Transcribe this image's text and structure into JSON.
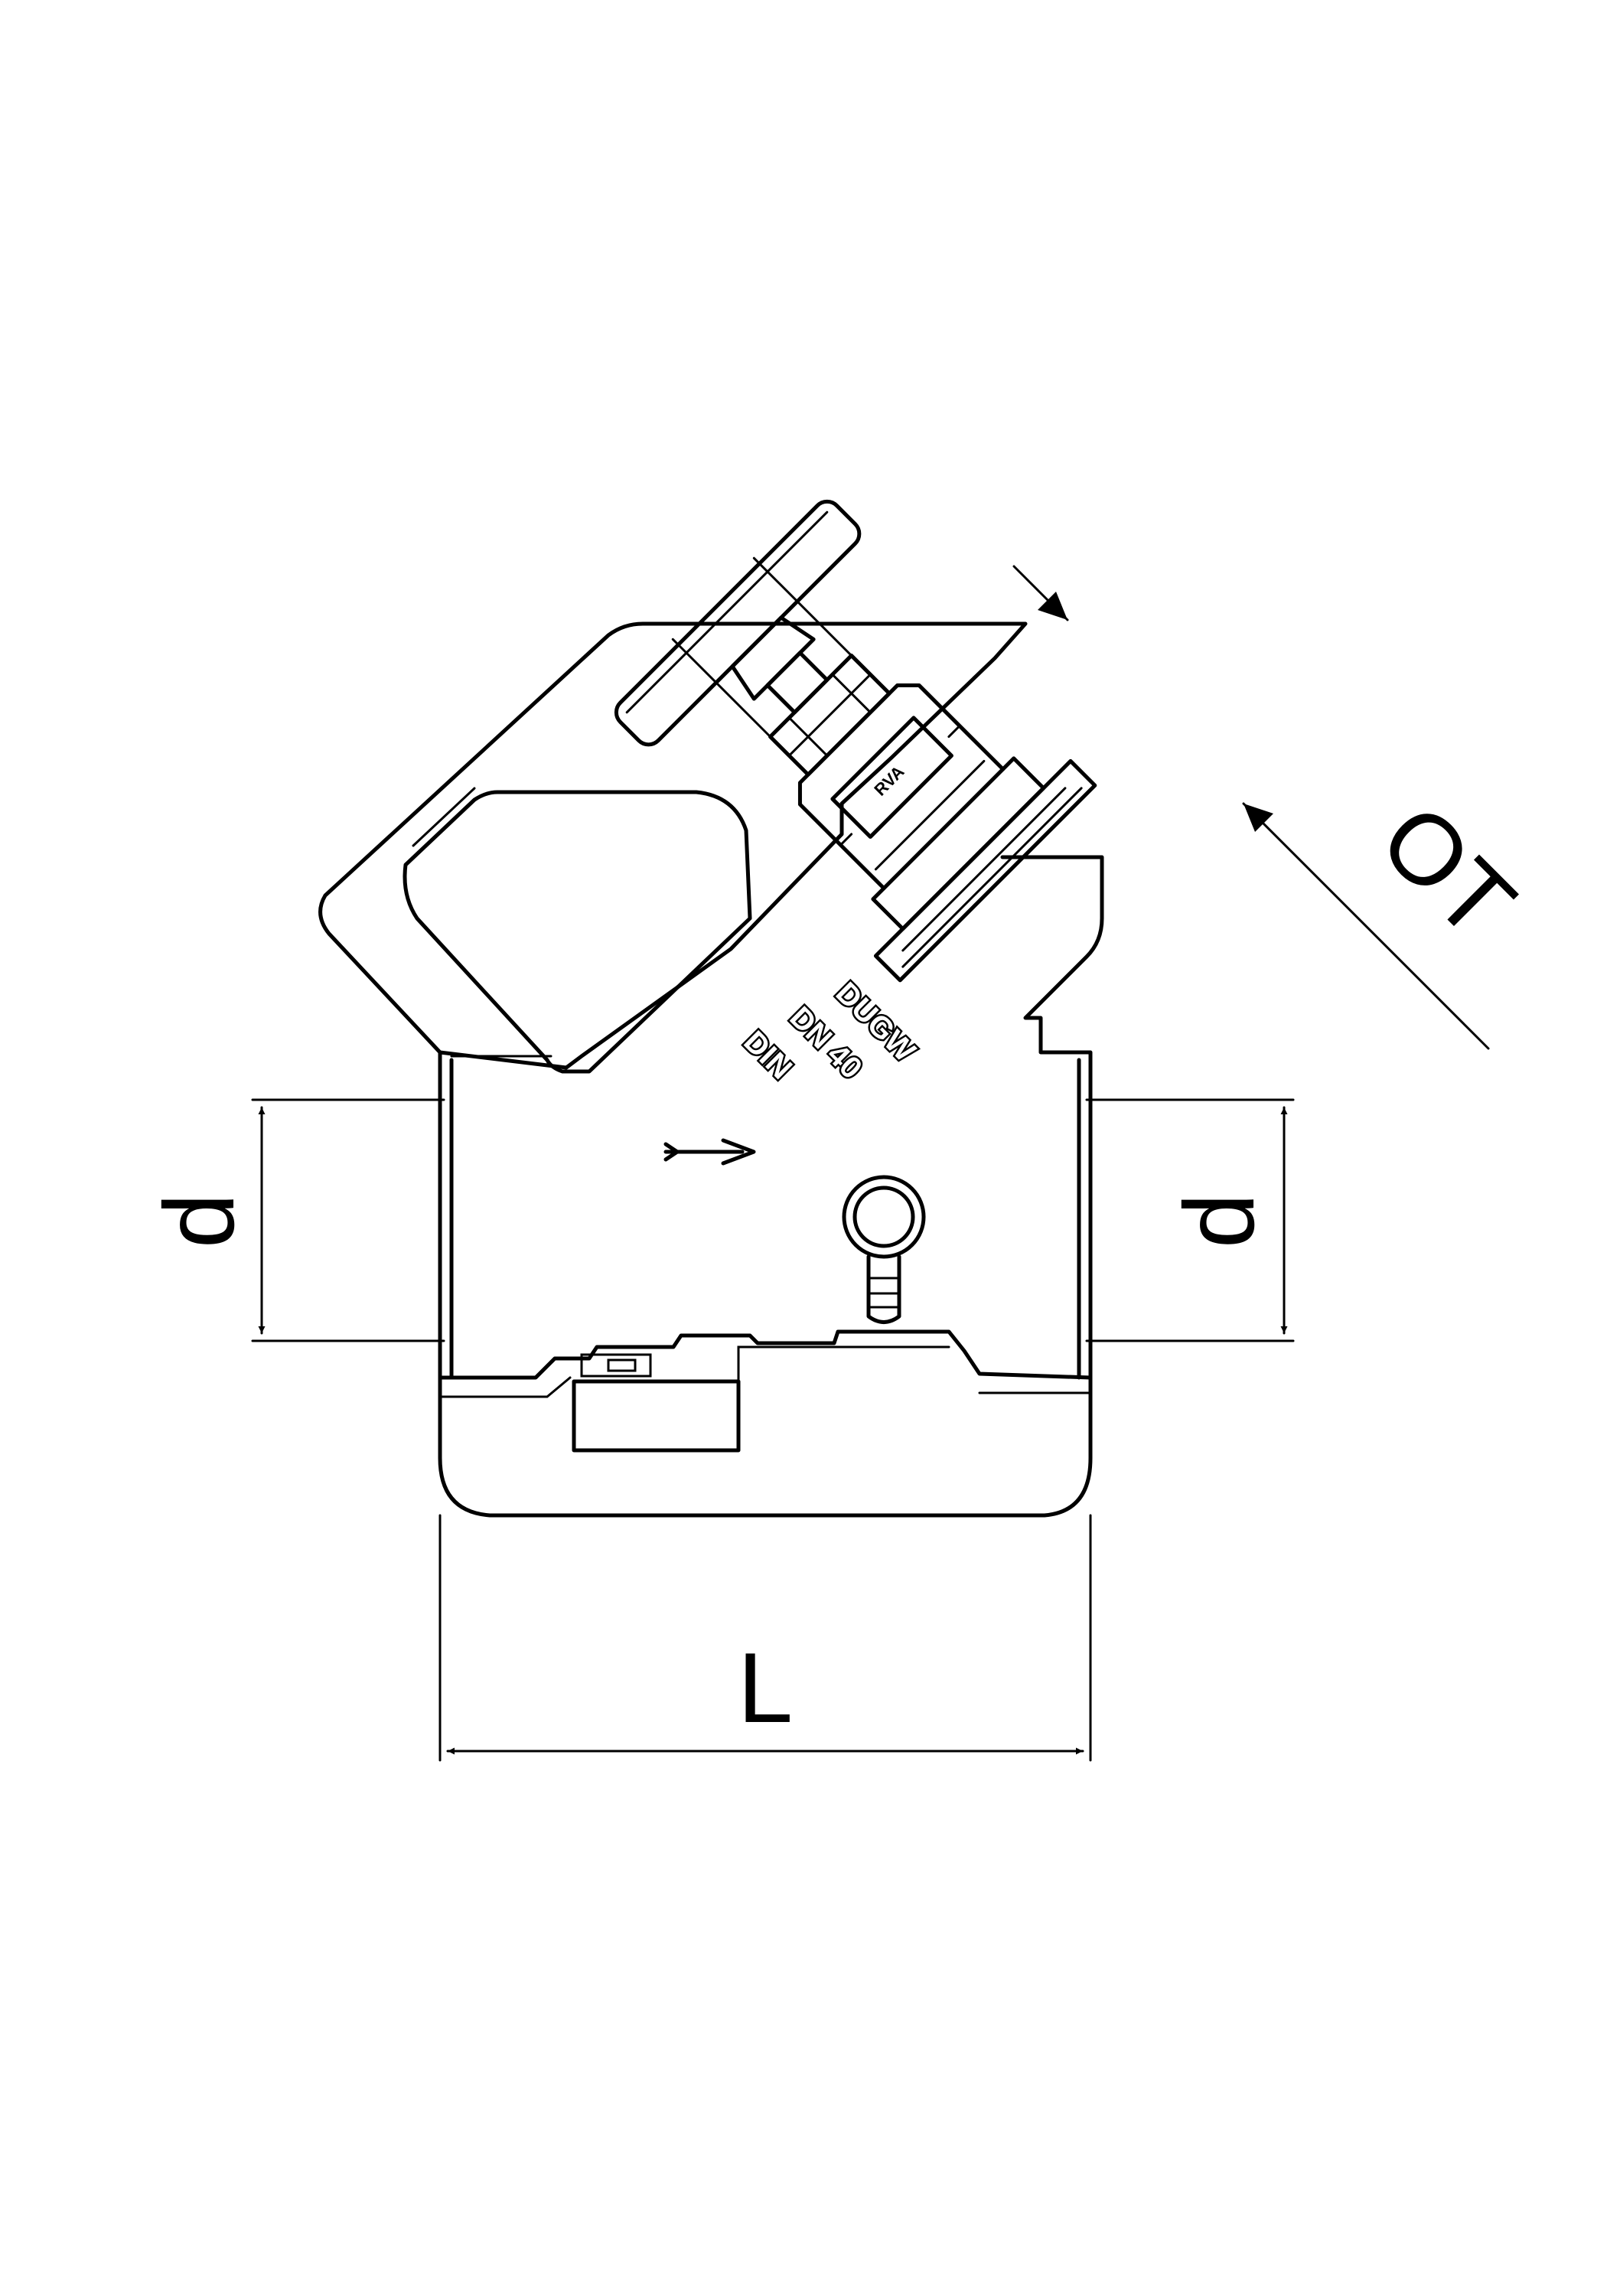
{
  "dimensions": {
    "left_diameter": "d",
    "right_diameter": "d",
    "length": "L",
    "bonnet_size": "OT"
  },
  "body_markings": {
    "line1": "DUGW",
    "line2": "DN 40",
    "line3": "DIN"
  },
  "bonnet_marking": "RVA"
}
